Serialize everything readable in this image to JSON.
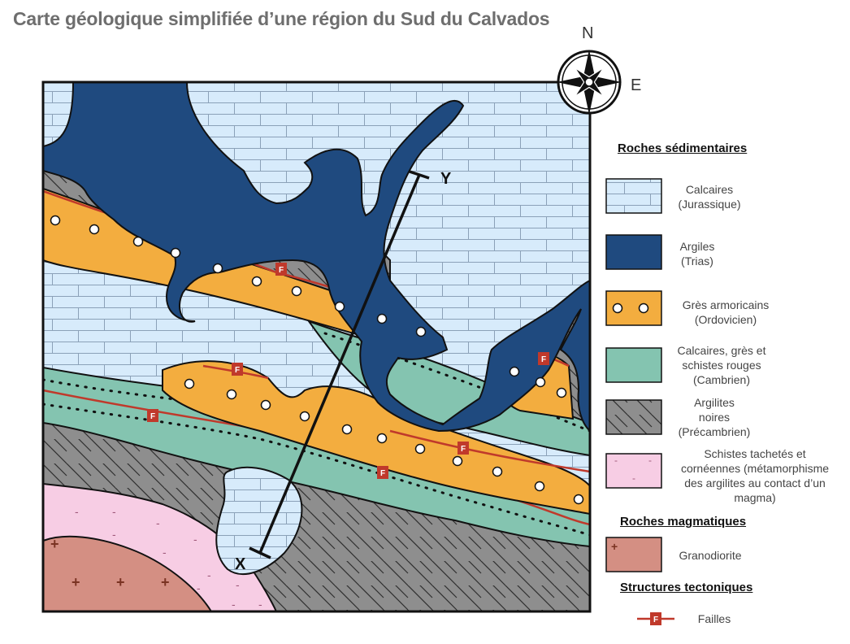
{
  "title": "Carte géologique simplifiée d’une région du Sud du Calvados",
  "compass": {
    "north": "N",
    "east": "E"
  },
  "section_points": {
    "start": "X",
    "end": "Y"
  },
  "legend": {
    "sedimentary_heading": "Roches sédimentaires",
    "magmatic_heading": "Roches magmatiques",
    "tectonic_heading": "Structures tectoniques",
    "items": [
      {
        "id": "calcaires",
        "line1": "Calcaires",
        "line2": "(Jurassique)",
        "line3": "",
        "line4": "",
        "color": "#d7ebfb"
      },
      {
        "id": "argiles",
        "line1": "Argiles",
        "line2": "(Trias)",
        "line3": "",
        "line4": "",
        "color": "#1f4a7f"
      },
      {
        "id": "gres",
        "line1": "Grès armoricains",
        "line2": "(Ordovicien)",
        "line3": "",
        "line4": "",
        "color": "#f3ad3f"
      },
      {
        "id": "cambrien",
        "line1": "Calcaires, grès et",
        "line2": "schistes rouges",
        "line3": "(Cambrien)",
        "line4": "",
        "color": "#84c4b0"
      },
      {
        "id": "argilites",
        "line1": "Argilites",
        "line2": "noires",
        "line3": "(Précambrien)",
        "line4": "",
        "color": "#8e8e8e"
      },
      {
        "id": "schistes",
        "line1": "Schistes tachetés et",
        "line2": "cornéennes (métamorphisme",
        "line3": "des argilites au contact d’un",
        "line4": "magma)",
        "color": "#f7cde4"
      },
      {
        "id": "granodiorite",
        "line1": "Granodiorite",
        "line2": "",
        "line3": "",
        "line4": "",
        "color": "#d48f83"
      },
      {
        "id": "failles",
        "line1": "Failles",
        "line2": "",
        "line3": "",
        "line4": "",
        "color": "#c0392b"
      }
    ]
  },
  "symbols": {
    "fault": "F",
    "plus": "+",
    "dash": "-"
  }
}
